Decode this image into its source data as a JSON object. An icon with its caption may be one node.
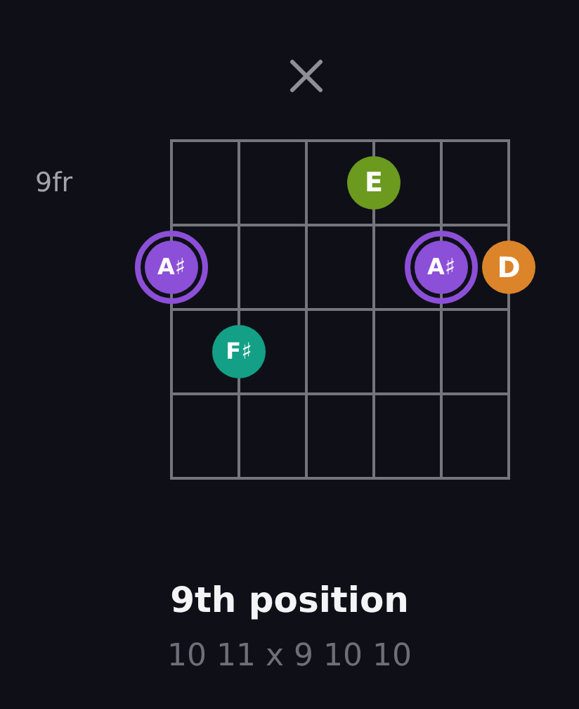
{
  "diagram": {
    "title": "9th position",
    "caption": "10 11 x 9 10 10",
    "nodes": [
      {
        "text": [
          "E"
        ]
      },
      {
        "text": [
          "A♯"
        ]
      },
      {
        "text": [
          "A♯"
        ]
      },
      {
        "text": [
          "D"
        ]
      },
      {
        "text": [
          "F♯"
        ]
      }
    ],
    "labels": [
      "9fr"
    ]
  }
}
